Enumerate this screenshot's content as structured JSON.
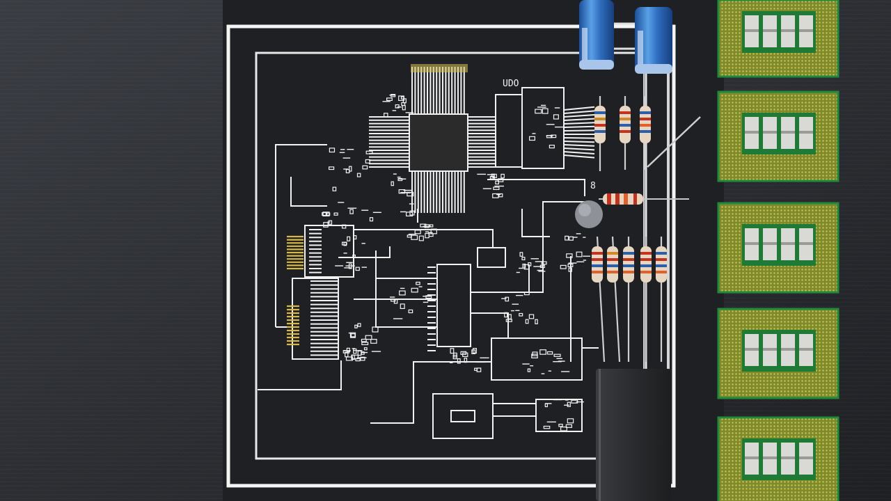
{
  "photo": {
    "subject": "circuit-schematic-with-components",
    "labels": {
      "top_right_block": "UDO",
      "node_label": "8"
    }
  },
  "colors": {
    "background": "#2b2d32",
    "schematic_line": "#f2f2f2",
    "pcb_green": "#8f9a2c",
    "pcb_edge": "#1f8a3c",
    "capacitor_blue": "#2f6ec0"
  }
}
